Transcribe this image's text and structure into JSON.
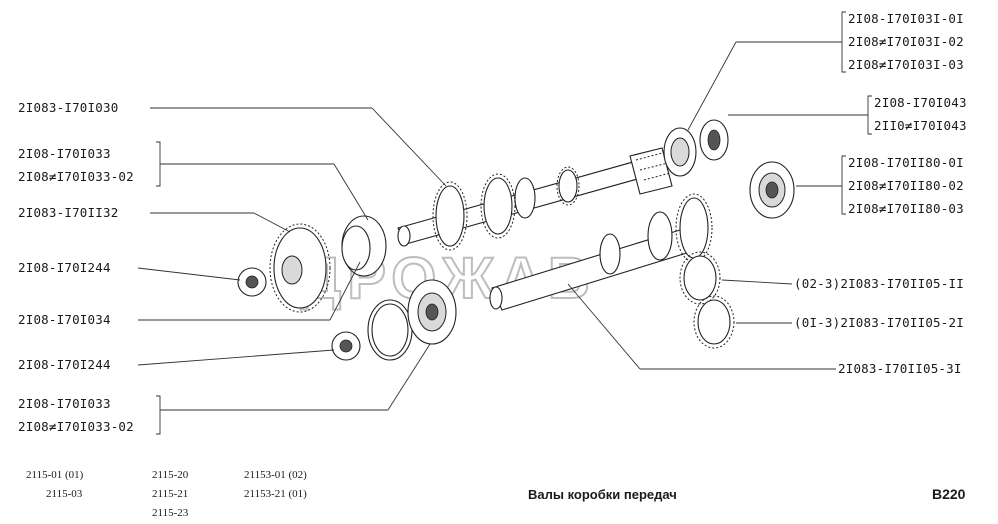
{
  "labels": {
    "top_right_group": [
      "2I08-I70I03I-0I",
      "2I08≠I70I03I-02",
      "2I08≠I70I03I-03"
    ],
    "bearing_group": [
      "2I08-I70I043",
      "2II0≠I70I043"
    ],
    "bearing2_group": [
      "2I08-I70II80-0I",
      "2I08≠I70II80-02",
      "2I08≠I70II80-03"
    ],
    "input_shaft": "2I083-I70I030",
    "left_group_1": [
      "2I08-I70I033",
      "2I08≠I70I033-02"
    ],
    "gear_5": "2I083-I70II32",
    "nut_1": "2I08-I70I244",
    "ring": "2I08-I70I034",
    "nut_2": "2I08-I70I244",
    "left_group_2": [
      "2I08-I70I033",
      "2I08≠I70I033-02"
    ],
    "output_shaft_a": "(02-3)2I083-I70II05-II",
    "output_shaft_b": "(0I-3)2I083-I70II05-2I",
    "output_shaft_c": "2I083-I70II05-3I"
  },
  "models": {
    "col1": [
      "2115-01 (01)",
      "2115-03"
    ],
    "col2": [
      "2115-20",
      "2115-21",
      "2115-23"
    ],
    "col3": [
      "21153-01 (02)",
      "21153-21 (01)"
    ]
  },
  "caption": "Валы коробки передач",
  "page_code": "B220",
  "watermark": "ДРОЖАВ"
}
